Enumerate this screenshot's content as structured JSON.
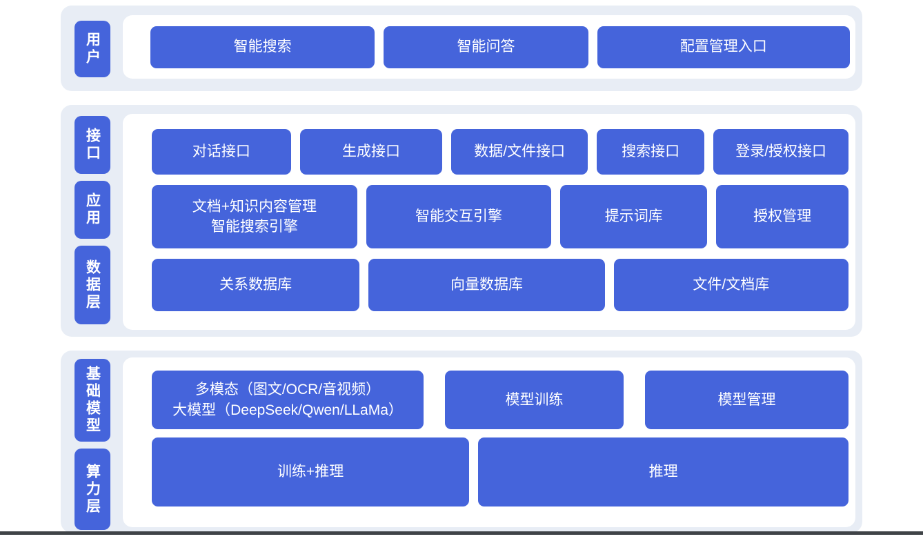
{
  "colors": {
    "box_blue": "#4564DB",
    "band_background": "#E8EDF5",
    "panel_background": "#FFFFFF",
    "text_color": "#FFFFFF"
  },
  "diagram": {
    "sections": [
      {
        "labels": [
          {
            "text": "用户"
          }
        ],
        "rows": [
          {
            "cells": [
              {
                "text": "智能搜索"
              },
              {
                "text": "智能问答"
              },
              {
                "text": "配置管理入口"
              }
            ]
          }
        ]
      },
      {
        "labels": [
          {
            "text": "接口"
          },
          {
            "text": "应用"
          },
          {
            "text": "数据层"
          }
        ],
        "rows": [
          {
            "cells": [
              {
                "text": "对话接口"
              },
              {
                "text": "生成接口"
              },
              {
                "text": "数据/文件接口"
              },
              {
                "text": "搜索接口"
              },
              {
                "text": "登录/授权接口"
              }
            ]
          },
          {
            "cells": [
              {
                "text": "文档+知识内容管理\n智能搜索引擎"
              },
              {
                "text": "智能交互引擎"
              },
              {
                "text": "提示词库"
              },
              {
                "text": "授权管理"
              }
            ]
          },
          {
            "cells": [
              {
                "text": "关系数据库"
              },
              {
                "text": "向量数据库"
              },
              {
                "text": "文件/文档库"
              }
            ]
          }
        ]
      },
      {
        "labels": [
          {
            "text": "基础模型"
          },
          {
            "text": "算力层"
          }
        ],
        "rows": [
          {
            "cells": [
              {
                "text": "多模态（图文/OCR/音视频）\n大模型（DeepSeek/Qwen/LLaMa）"
              },
              {
                "text": "模型训练"
              },
              {
                "text": "模型管理"
              }
            ]
          },
          {
            "cells": [
              {
                "text": "训练+推理"
              },
              {
                "text": "推理"
              }
            ]
          }
        ]
      }
    ]
  }
}
